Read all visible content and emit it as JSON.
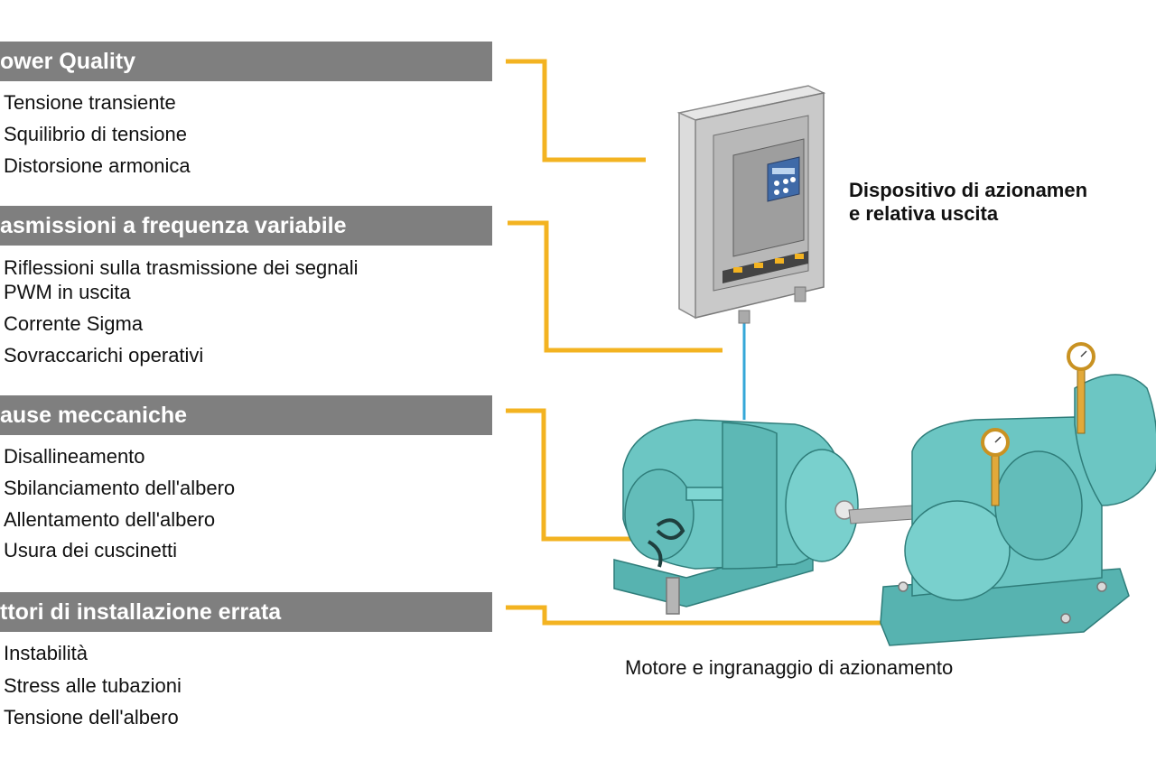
{
  "sections": [
    {
      "title": "ower Quality",
      "items": [
        "Tensione transiente",
        "Squilibrio di tensione",
        "Distorsione armonica"
      ]
    },
    {
      "title": "asmissioni a frequenza variabile",
      "items": [
        "Riflessioni sulla trasmissione dei segnali",
        "PWM in uscita",
        "Corrente Sigma",
        "Sovraccarichi operativi"
      ]
    },
    {
      "title": "ause meccaniche",
      "items": [
        "Disallineamento",
        "Sbilanciamento dell'albero",
        "Allentamento dell'albero",
        "Usura dei cuscinetti"
      ]
    },
    {
      "title": "ttori di installazione errata",
      "items": [
        "Instabilità",
        "Stress alle tubazioni",
        "Tensione dell'albero"
      ]
    }
  ],
  "labels": {
    "drive_line1": "Dispositivo di azionamen",
    "drive_line2": "e relativa uscita",
    "motor": "Motore e ingranaggio di azionamento"
  },
  "colors": {
    "header_bg": "#7f7f7f",
    "connector": "#f3b321",
    "machine": "#6cc6c3",
    "cable": "#35a7d8"
  }
}
